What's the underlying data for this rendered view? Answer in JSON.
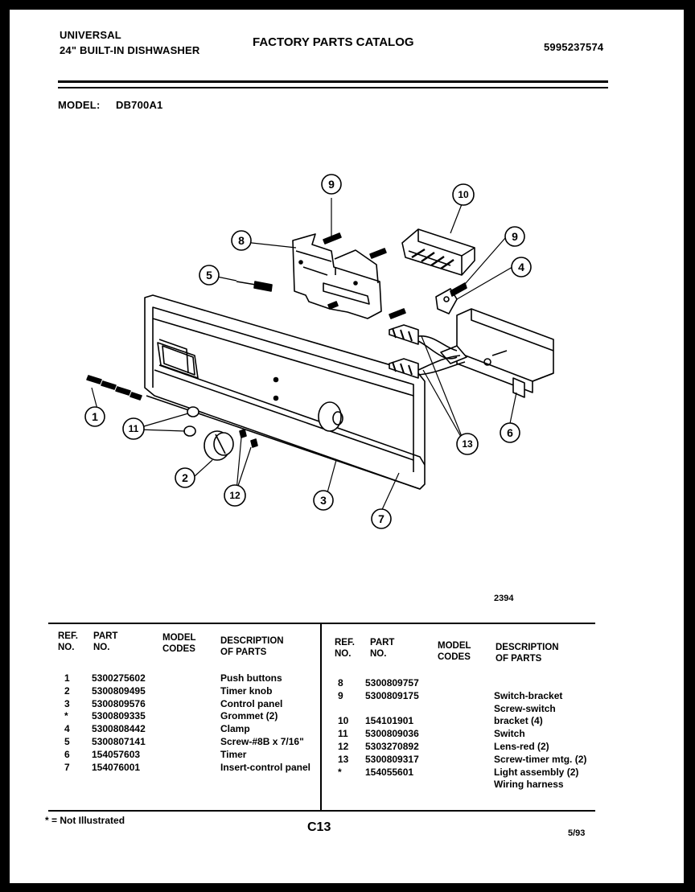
{
  "header": {
    "brand": "UNIVERSAL",
    "product": "24\" BUILT-IN DISHWASHER",
    "catalog_title": "FACTORY PARTS CATALOG",
    "catalog_number": "5995237574",
    "model_label": "MODEL:",
    "model_value": "DB700A1"
  },
  "diagram": {
    "figure_number": "2394",
    "callouts": [
      "1",
      "2",
      "3",
      "4",
      "5",
      "6",
      "7",
      "8",
      "9",
      "9",
      "10",
      "11",
      "12",
      "13"
    ]
  },
  "parts_table": {
    "headers": {
      "ref_no": "REF. NO.",
      "ref_line1": "REF.",
      "ref_line2": "NO.",
      "part_line1": "PART",
      "part_line2": "NO.",
      "model_line1": "MODEL",
      "model_line2": "CODES",
      "desc_line1": "DESCRIPTION",
      "desc_line2": "OF PARTS"
    },
    "left_rows": [
      {
        "ref": "1",
        "part": "5300275602",
        "desc": "Push buttons"
      },
      {
        "ref": "2",
        "part": "5300809495",
        "desc": "Timer knob"
      },
      {
        "ref": "3",
        "part": "5300809576",
        "desc": "Control panel"
      },
      {
        "ref": "*",
        "part": "5300809335",
        "desc": "Grommet (2)"
      },
      {
        "ref": "4",
        "part": "5300808442",
        "desc": "Clamp"
      },
      {
        "ref": "5",
        "part": "5300807141",
        "desc": "Screw-#8B x 7/16\""
      },
      {
        "ref": "6",
        "part": "154057603",
        "desc": "Timer"
      },
      {
        "ref": "7",
        "part": "154076001",
        "desc": "Insert-control panel"
      }
    ],
    "right_rows": [
      {
        "ref": "8",
        "part": "5300809757",
        "desc": ""
      },
      {
        "ref": "9",
        "part": "5300809175",
        "desc": "Switch-bracket"
      },
      {
        "ref": "",
        "part": "",
        "desc": "Screw-switch"
      },
      {
        "ref": "10",
        "part": "154101901",
        "desc": "bracket (4)"
      },
      {
        "ref": "11",
        "part": "5300809036",
        "desc": "Switch"
      },
      {
        "ref": "12",
        "part": "5303270892",
        "desc": "Lens-red (2)"
      },
      {
        "ref": "13",
        "part": "5300809317",
        "desc": "Screw-timer mtg. (2)"
      },
      {
        "ref": "*",
        "part": "154055601",
        "desc": "Light assembly (2)"
      },
      {
        "ref": "",
        "part": "",
        "desc": "Wiring harness"
      }
    ]
  },
  "footer": {
    "note": "* = Not Illustrated",
    "page": "C13",
    "date": "5/93"
  }
}
